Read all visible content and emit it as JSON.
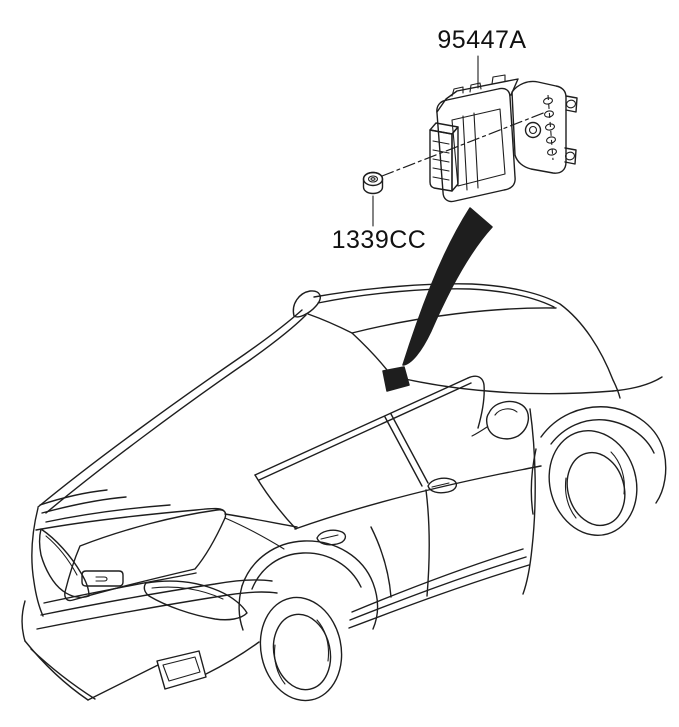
{
  "diagram": {
    "kind": "automotive-parts-location-diagram",
    "background_color": "#ffffff",
    "line_color": "#1e1e1e",
    "vehicle_view": "suv-rear-three-quarter-line-art",
    "parts": [
      {
        "code": "95447A",
        "glyph": "transmission-control-module-with-bracket",
        "label_position": "top-center"
      },
      {
        "code": "1339CC",
        "glyph": "flange-nut",
        "label_position": "below-nut"
      }
    ],
    "callouts": {
      "arrow": "black-tapered-arrow-module-to-cowl",
      "marker": "black-location-marker-at-windshield-base"
    }
  }
}
